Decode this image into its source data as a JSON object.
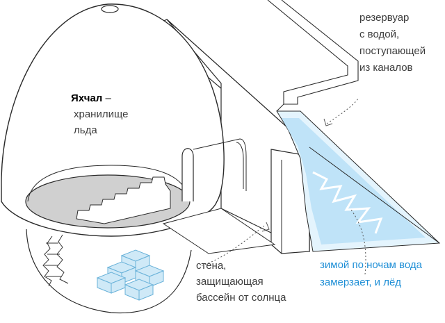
{
  "labels": {
    "yakhchal_name": "Яхчал",
    "yakhchal_dash": " –",
    "yakhchal_line2": "хранилище",
    "yakhchal_line3": "льда",
    "reservoir_line1": "резервуар",
    "reservoir_line2": "с водой,",
    "reservoir_line3": "поступающей",
    "reservoir_line4": "из каналов",
    "wall_line1": "стена,",
    "wall_line2": "защищающая",
    "wall_line3": "бассейн от солнца",
    "winter_line1": "зимой по ночам вода",
    "winter_line2": "замерзает, и лёд"
  },
  "colors": {
    "water": "#bfe3f8",
    "water_light": "#e4f4fd",
    "water_text": "#1f8fd6",
    "floor_gray": "#d0d0d0",
    "ice": "#cfe9f7",
    "outline": "#2a2a2a"
  }
}
